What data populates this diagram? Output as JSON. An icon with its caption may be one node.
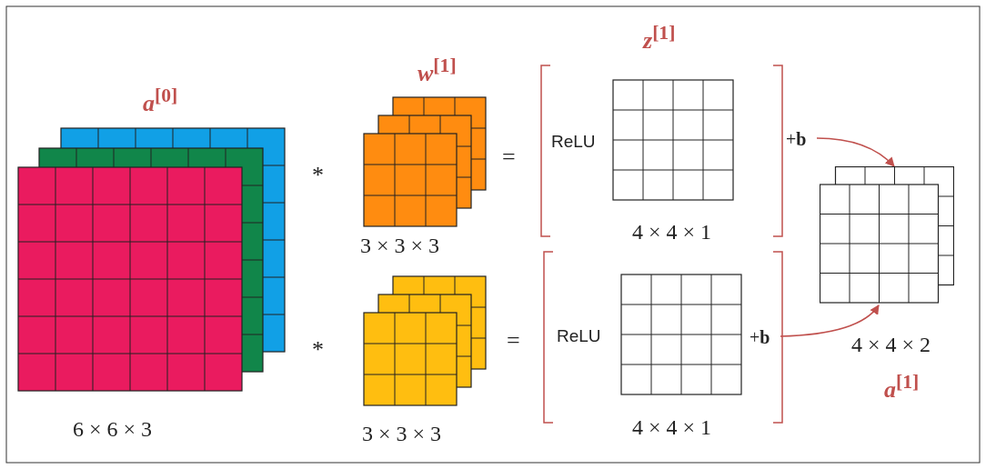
{
  "diagram": {
    "nodes": [
      {
        "text": [
          "+**b**"
        ]
      },
      {
        "text": [
          "+**b**"
        ]
      },
      {
        "text": [],
        "shape": "picture",
        "beside": [
          "4 × 4 × 2",
          "*a*$^{[1]}$"
        ]
      }
    ],
    "edges": [
      {
        "from": 0,
        "to": 2,
        "arrow": "to"
      },
      {
        "from": 1,
        "to": 2,
        "arrow": "to"
      }
    ],
    "labels": [
      "*z*$^{[1]}$",
      "*w*$^{[1]}$",
      "*a*$^{[0]}$",
      "ReLU",
      "*",
      "=",
      "3 × 3 × 3",
      "4 × 4 × 1",
      "*",
      "=",
      "ReLU",
      "6 × 6 × 3",
      "3 × 3 × 3",
      "4 × 4 × 1"
    ]
  }
}
